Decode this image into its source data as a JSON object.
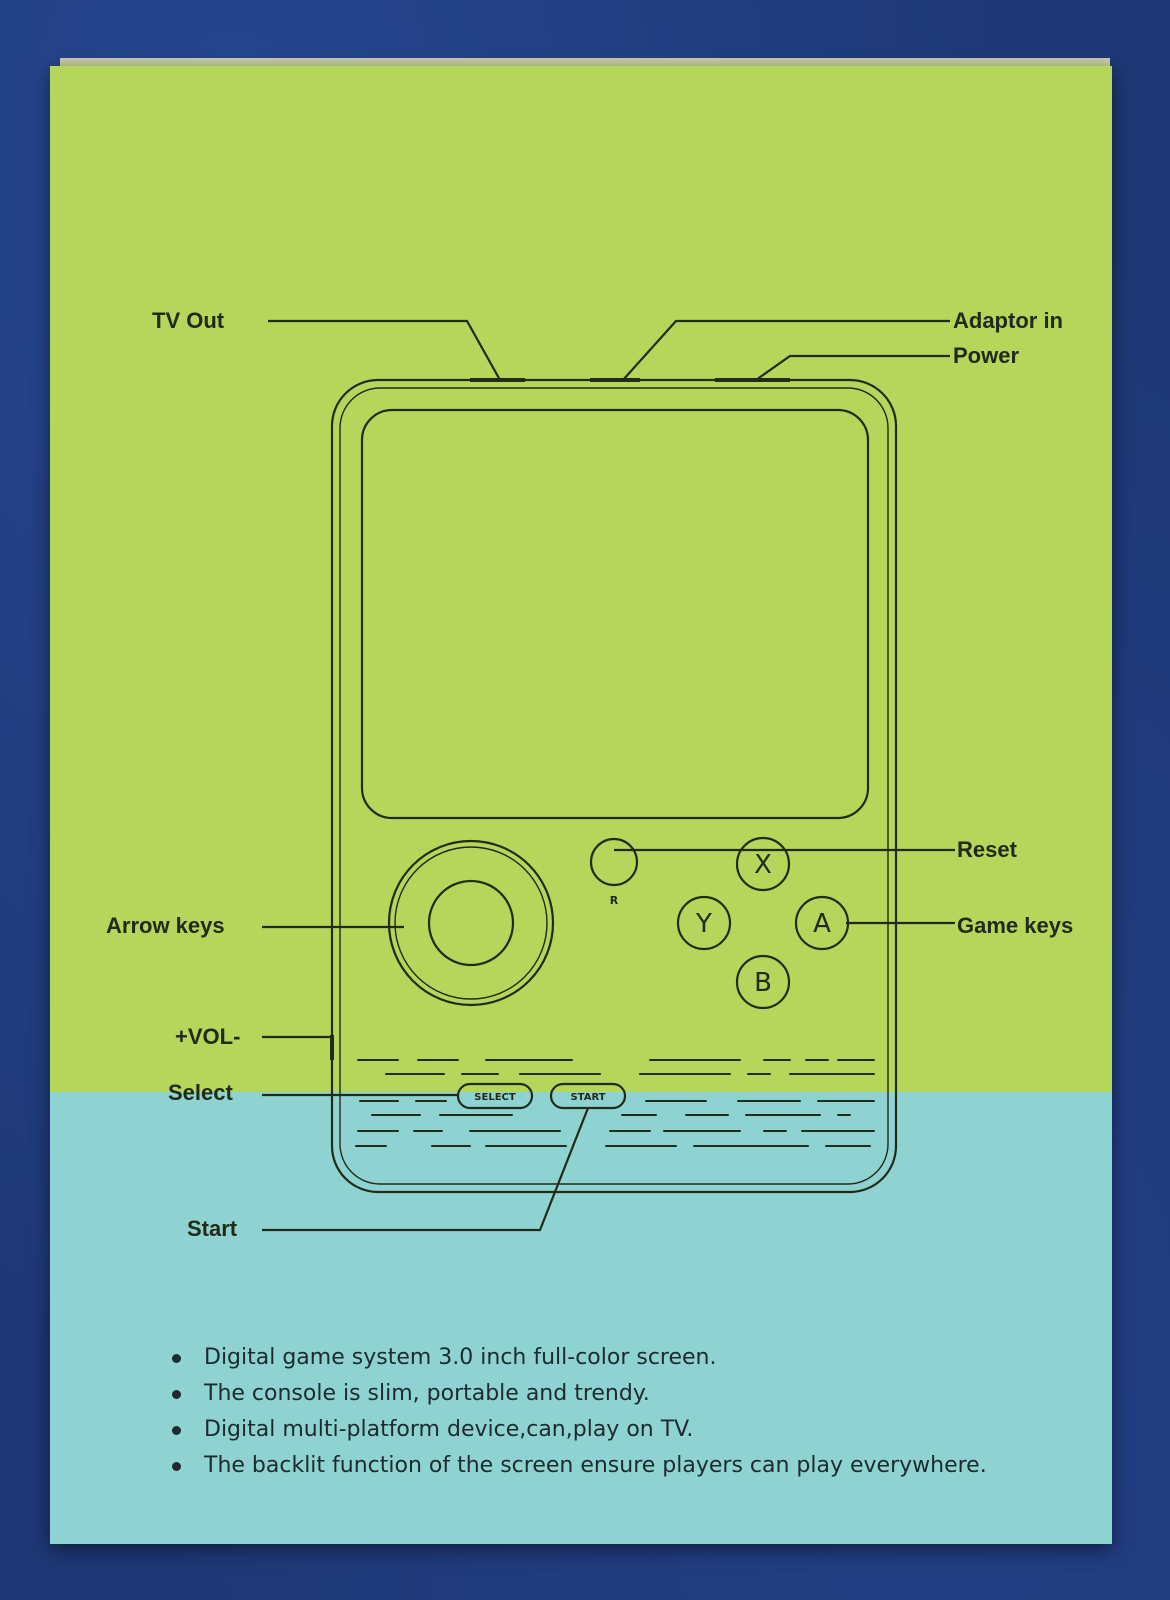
{
  "labels": {
    "tv_out": "TV Out",
    "adaptor_in": "Adaptor in",
    "power": "Power",
    "reset": "Reset",
    "arrow_keys": "Arrow keys",
    "game_keys": "Game keys",
    "vol": "+VOL-",
    "select": "Select",
    "start": "Start"
  },
  "console": {
    "reset_letter": "R",
    "btn_x": "X",
    "btn_y": "Y",
    "btn_a": "A",
    "btn_b": "B",
    "select_btn": "SELECT",
    "start_btn": "START"
  },
  "features": [
    "Digital game system 3.0 inch full-color screen.",
    "The console is slim, portable and trendy.",
    "Digital multi-platform device,can,play on TV.",
    "The backlit function of the screen ensure players can play everywhere."
  ],
  "colors": {
    "box_top": "#b5d55b",
    "box_bottom": "#8ed3d1",
    "background": "#1e3876",
    "line": "#222a18"
  }
}
